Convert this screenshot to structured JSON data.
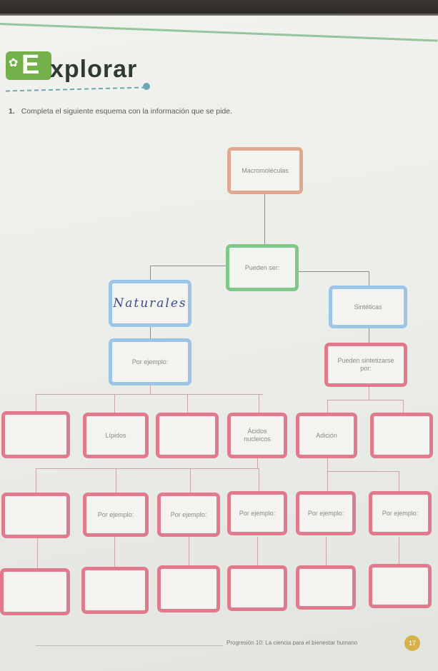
{
  "header": {
    "logo_letter": "E",
    "title_rest": "xplorar"
  },
  "instruction": {
    "number": "1.",
    "text": "Completa el siguiente esquema con la información que se pide."
  },
  "diagram": {
    "root": "Macromoléculas",
    "connector": "Pueden ser:",
    "natural": "Naturales",
    "synthetic": "Sintéticas",
    "natural_example": "Por ejemplo:",
    "synthetic_sub": "Pueden sintetizarse por:",
    "row3": [
      "",
      "Lípidos",
      "",
      "Ácidos nucleicos",
      "Adición",
      ""
    ],
    "row4": [
      "",
      "Por ejemplo:",
      "Por ejemplo:",
      "Por ejemplo:",
      "Por ejemplo:",
      "Por ejemplo:"
    ],
    "row5": [
      "",
      "",
      "",
      "",
      "",
      ""
    ]
  },
  "footer": {
    "text": "Progresión 10: La ciencia para el bienestar humano",
    "page": "17"
  },
  "colors": {
    "root": "#e0a98f",
    "connector": "#7ec88a",
    "level2": "#9cc4e6",
    "pink": "#e07a8c",
    "logo": "#74b14a"
  }
}
